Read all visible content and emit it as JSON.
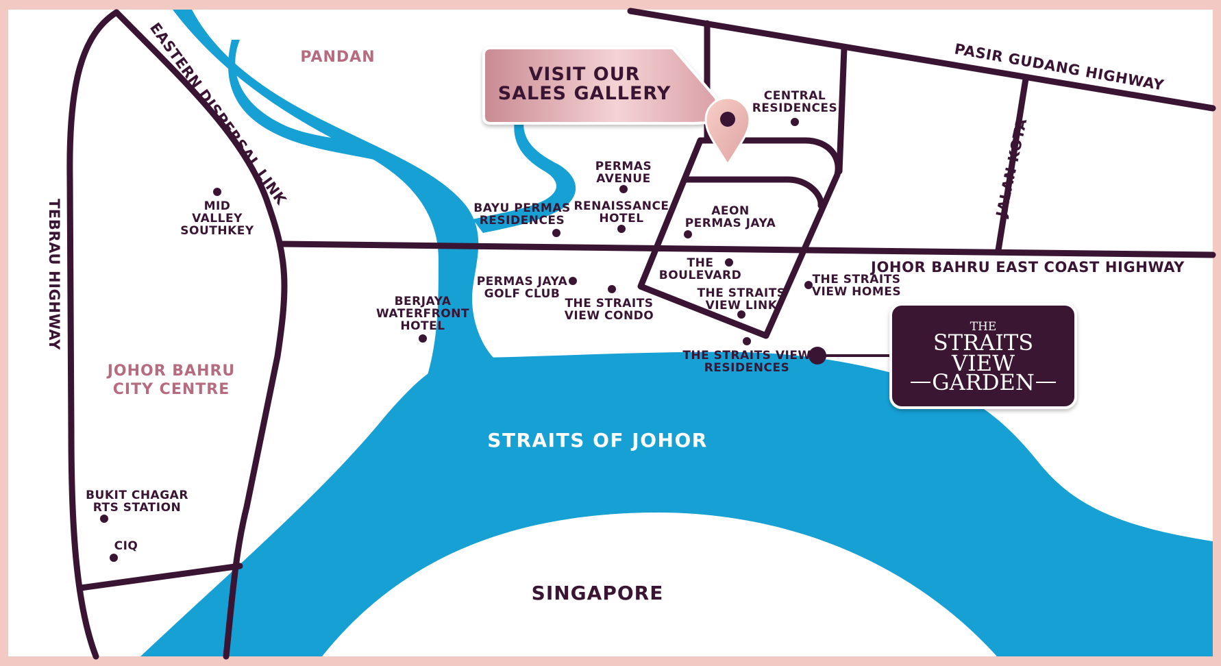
{
  "colors": {
    "border": "#f3c9c4",
    "land": "#ffffff",
    "water": "#16a0d4",
    "road": "#3a1533",
    "area_label": "#b76b7f",
    "water_label": "#ffffff",
    "logo_bg": "#3a1533",
    "gallery_bg": "#d89aa1"
  },
  "areas": {
    "pandan": "PANDAN",
    "jb_city_centre_1": "JOHOR BAHRU",
    "jb_city_centre_2": "CITY CENTRE",
    "straits_of_johor": "STRAITS OF JOHOR",
    "singapore": "SINGAPORE"
  },
  "roads": {
    "eastern_dispersal_link": "EASTERN DISPERSAL LINK",
    "tebrau_highway": "TEBRAU HIGHWAY",
    "pasir_gudang_highway": "PASIR GUDANG HIGHWAY",
    "jalan_kota": "JALAN KOTA",
    "jb_east_coast_highway": "JOHOR BAHRU EAST COAST HIGHWAY"
  },
  "landmarks": {
    "mid_valley": [
      "MID",
      "VALLEY",
      "SOUTHKEY"
    ],
    "central_residences": [
      "CENTRAL",
      "RESIDENCES"
    ],
    "permas_avenue": [
      "PERMAS",
      "AVENUE"
    ],
    "bayu_permas": [
      "BAYU PERMAS",
      "RESIDENCES"
    ],
    "renaissance": [
      "RENAISSANCE",
      "HOTEL"
    ],
    "aeon": [
      "AEON",
      "PERMAS JAYA"
    ],
    "boulevard": [
      "THE",
      "BOULEVARD"
    ],
    "golf_club": [
      "PERMAS JAYA",
      "GOLF CLUB"
    ],
    "straits_view_condo": [
      "THE STRAITS",
      "VIEW CONDO"
    ],
    "straits_view_link": [
      "THE STRAITS",
      "VIEW LINK"
    ],
    "straits_view_homes": [
      "THE STRAITS",
      "VIEW HOMES"
    ],
    "berjaya": [
      "BERJAYA",
      "WATERFRONT",
      "HOTEL"
    ],
    "straits_view_residences": [
      "THE STRAITS VIEW",
      "RESIDENCES"
    ],
    "bukit_chagar": [
      "BUKIT CHAGAR",
      "RTS STATION"
    ],
    "ciq": [
      "CIQ"
    ]
  },
  "gallery": {
    "line1": "VISIT OUR",
    "line2": "SALES GALLERY"
  },
  "logo": {
    "the": "THE",
    "straits": "STRAITS",
    "view": "VIEW",
    "garden": "GARDEN"
  },
  "icons": {
    "pin": "map-pin-icon",
    "dot": "location-dot-icon"
  }
}
